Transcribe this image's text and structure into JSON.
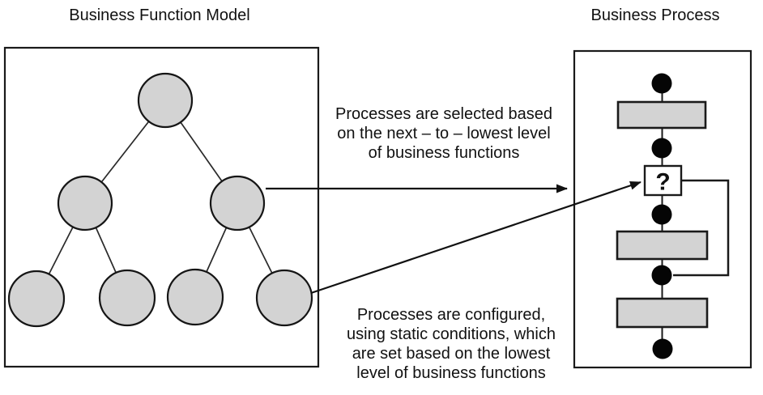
{
  "titles": {
    "left": "Business Function Model",
    "right": "Business Process"
  },
  "annotations": {
    "selected": {
      "lines": [
        "Processes are selected based",
        "on the next – to – lowest level",
        "of business functions"
      ]
    },
    "configured": {
      "lines": [
        "Processes are configured,",
        "using static conditions, which",
        "are set based on the lowest",
        "level of business functions"
      ]
    }
  },
  "function_model": {
    "tree_levels": [
      1,
      2,
      4
    ],
    "node_count": 7
  },
  "flowchart": {
    "decision_label": "?",
    "node_dots": 5,
    "process_bars": 3,
    "loop_from_decision": true
  },
  "colors": {
    "node_fill": "#d3d3d3",
    "process_fill": "#d3d3d3",
    "decision_fill": "#ffffff",
    "stroke": "#1a1a1a",
    "background": "#ffffff"
  }
}
